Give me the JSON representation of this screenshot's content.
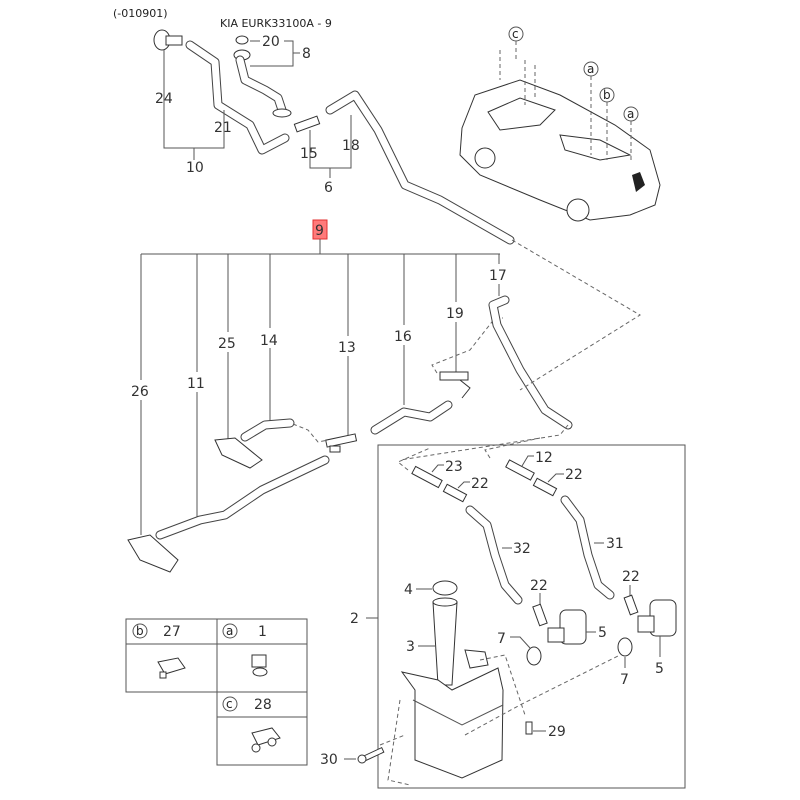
{
  "header": {
    "date_code": "(-010901)",
    "diagram_title": "KIA EURK33100A - 9"
  },
  "highlighted_part": {
    "number": "9",
    "color": "#ff5a5a"
  },
  "callouts": {
    "top_left": {
      "p24": "24",
      "p21": "21",
      "p10": "10",
      "p20": "20",
      "p8": "8",
      "p15": "15",
      "p18": "18",
      "p6": "6"
    },
    "vehicle": {
      "c": "c",
      "a1": "a",
      "b": "b",
      "a2": "a"
    },
    "mid": {
      "p26": "26",
      "p11": "11",
      "p25": "25",
      "p14": "14",
      "p13": "13",
      "p16": "16",
      "p19": "19",
      "p17": "17"
    },
    "tank_box": {
      "p23": "23",
      "p22a": "22",
      "p12": "12",
      "p22b": "22",
      "p32": "32",
      "p31": "31",
      "p22c": "22",
      "p22d": "22",
      "p4": "4",
      "p3": "3",
      "p7a": "7",
      "p7b": "7",
      "p5a": "5",
      "p5b": "5",
      "p2": "2",
      "p29": "29",
      "p30": "30"
    }
  },
  "clip_table": [
    {
      "letter": "b",
      "part": "27"
    },
    {
      "letter": "a",
      "part": "1"
    },
    {
      "letter": "c",
      "part": "28"
    }
  ]
}
